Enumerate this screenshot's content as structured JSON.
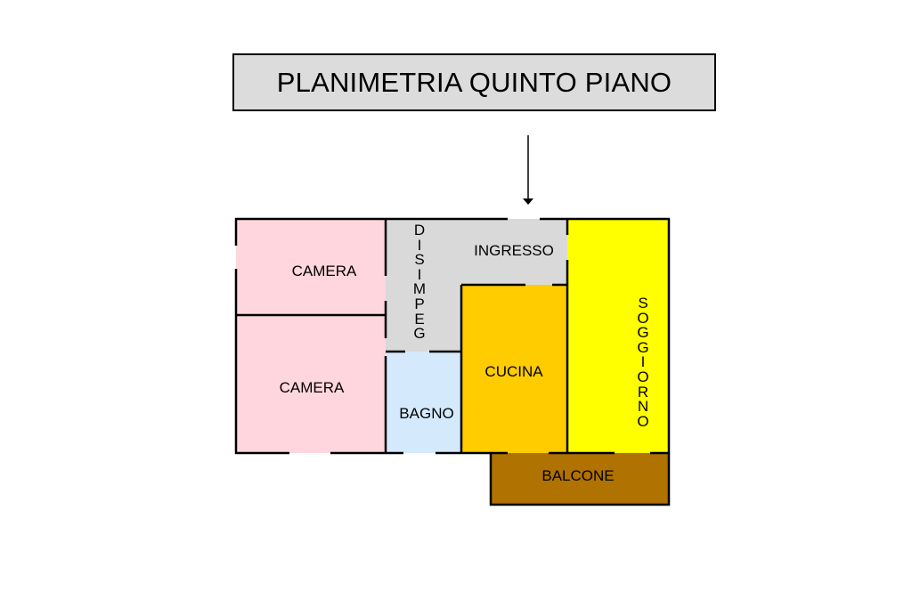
{
  "title": "PLANIMETRIA QUINTO PIANO",
  "colors": {
    "camera": "#ffd6dd",
    "disimpegno": "#d9d9d9",
    "bagno": "#d4e9fc",
    "cucina": "#ffcc00",
    "soggiorno": "#ffff00",
    "balcone": "#b07200",
    "wall": "#000000"
  },
  "rooms": {
    "camera_top": "CAMERA",
    "camera_bottom": "CAMERA",
    "ingresso": "INGRESSO",
    "disimpegno": [
      "D",
      "I",
      "S",
      "I",
      "M",
      "P",
      "E",
      "G"
    ],
    "soggiorno": [
      "S",
      "O",
      "G",
      "G",
      "I",
      "O",
      "R",
      "N",
      "O"
    ],
    "cucina": "CUCINA",
    "bagno": "BAGNO",
    "balcone": "BALCONE"
  },
  "icons": {
    "entrance": "down-arrow-icon"
  }
}
